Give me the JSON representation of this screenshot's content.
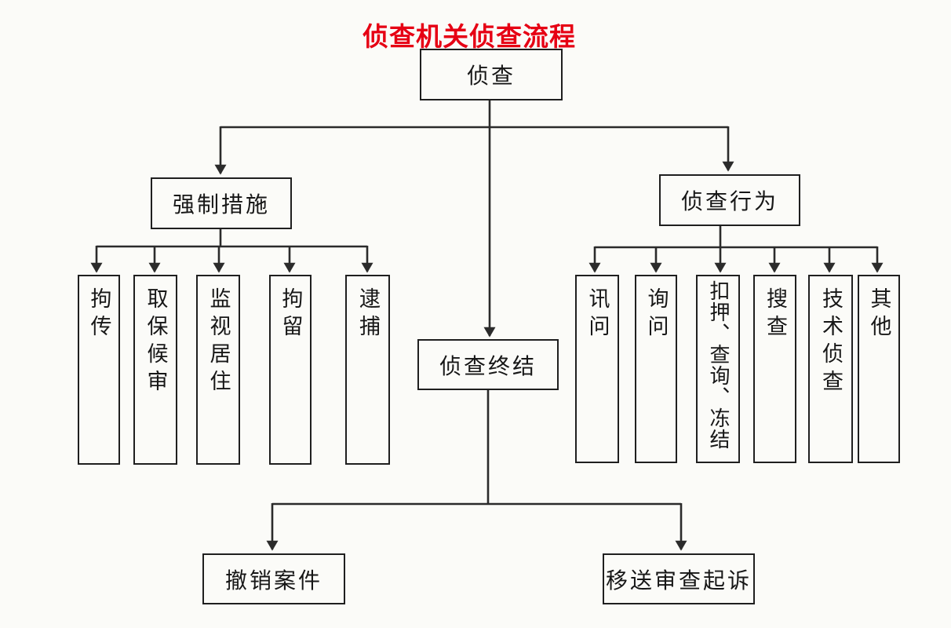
{
  "title": "侦查机关侦查流程",
  "colors": {
    "title": "#e60014",
    "line": "#2b2b2b",
    "paper": "#fbfbf8",
    "box_border": "#1f1f1f"
  },
  "nodes": {
    "root": "侦查",
    "compulsory": "强制措施",
    "actions": "侦查行为",
    "conclusion": "侦查终结",
    "withdraw": "撤销案件",
    "transfer": "移送审查起诉"
  },
  "compulsory_children": [
    "拘传",
    "取保候审",
    "监视居住",
    "拘留",
    "逮捕"
  ],
  "action_children": [
    "讯问",
    "询问",
    "扣押、查询、冻结",
    "搜查",
    "技术侦查",
    "其他"
  ]
}
